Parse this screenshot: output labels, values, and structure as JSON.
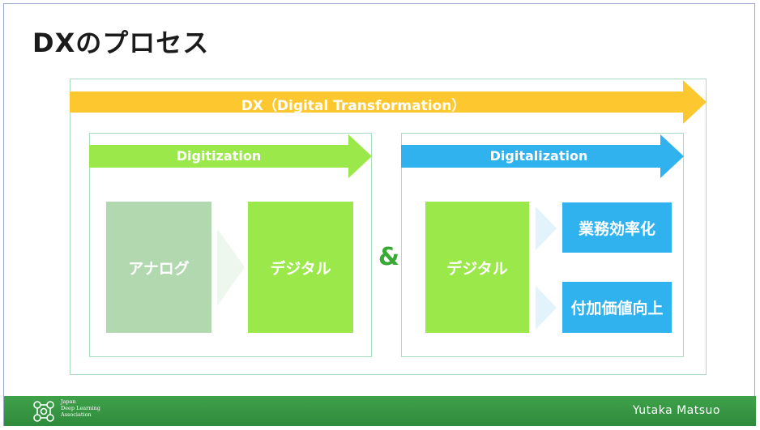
{
  "title": "DXのプロセス",
  "dx_arrow": {
    "label": "DX（Digital Transformation）",
    "color": "#fdc82f"
  },
  "digitization": {
    "label": "Digitization",
    "color": "#9be84a",
    "from_label": "アナログ",
    "from_color": "#b2d8b0",
    "to_label": "デジタル",
    "to_color": "#9be84a"
  },
  "ampersand": "&",
  "digitalization": {
    "label": "Digitalization",
    "color": "#2fb2ee",
    "source_label": "デジタル",
    "source_color": "#9be84a",
    "outcomes": [
      {
        "label": "業務効率化"
      },
      {
        "label": "付加価値向上"
      }
    ]
  },
  "footer": {
    "logo_lines": [
      "Japan",
      "Deep Learning",
      "Association"
    ],
    "name": "Yutaka Matsuo",
    "color": "#3a9a45"
  }
}
